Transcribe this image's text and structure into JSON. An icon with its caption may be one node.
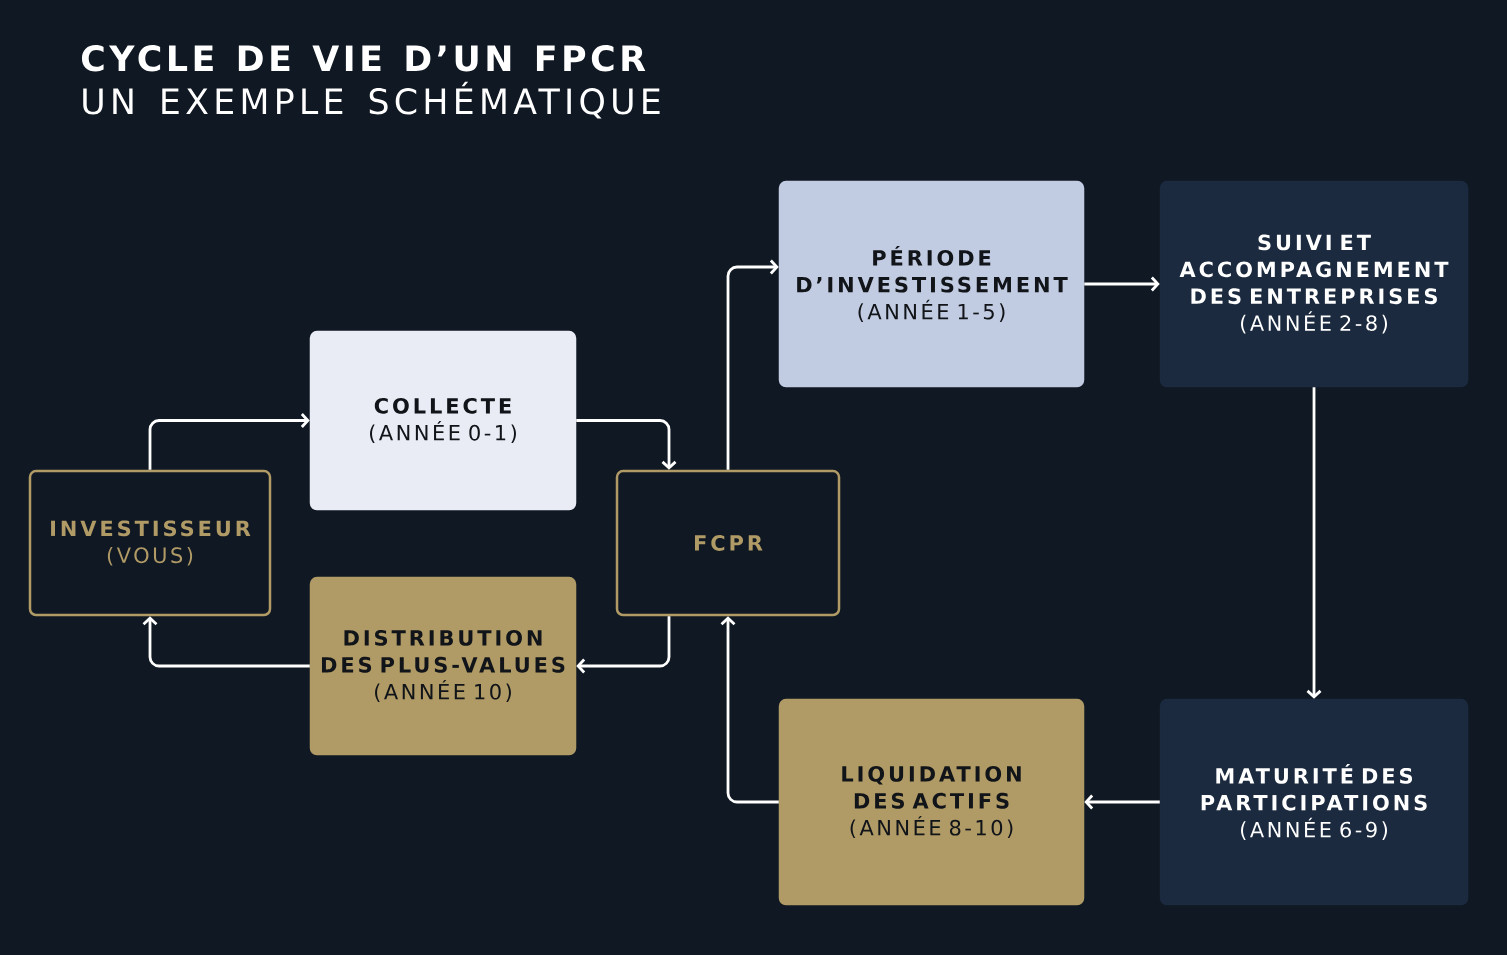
{
  "diagram": {
    "title": "CYCLE DE VIE D’UN FPCR",
    "nodes": [
      {
        "text": [
          "INVESTISSEUR",
          "(VOUS)"
        ]
      },
      {
        "text": [
          "COLLECTE",
          "(ANNÉE 0-1)"
        ]
      },
      {
        "text": [
          "FCPR"
        ]
      },
      {
        "text": [
          "PÉRIODE D’INVESTISSEMENT",
          "(ANNÉE 1-5)"
        ]
      },
      {
        "text": [
          "SUIVI ET ACCOMPAGNEMENT DES ENTREPRISES",
          "(ANNÉE 2-8)"
        ]
      },
      {
        "text": [
          "MATURITÉ DES PARTICIPATIONS",
          "(ANNÉE 6-9)"
        ]
      },
      {
        "text": [
          "LIQUIDATION DES ACTIFS",
          "(ANNÉE 8-10)"
        ]
      },
      {
        "text": [
          "DISTRIBUTION DES PLUS-VALUES",
          "(ANNÉE 10)"
        ]
      }
    ],
    "edges": [
      {
        "from": 0,
        "to": 1,
        "arrow": "to"
      },
      {
        "from": 1,
        "to": 2,
        "arrow": "to"
      },
      {
        "from": 2,
        "to": 3,
        "arrow": "to"
      },
      {
        "from": 3,
        "to": 4,
        "arrow": "to"
      },
      {
        "from": 4,
        "to": 5,
        "arrow": "to"
      },
      {
        "from": 5,
        "to": 6,
        "arrow": "to"
      },
      {
        "from": 6,
        "to": 2,
        "arrow": "to"
      },
      {
        "from": 2,
        "to": 7,
        "arrow": "to"
      },
      {
        "from": 7,
        "to": 0,
        "arrow": "to"
      }
    ],
    "labels": [
      "UN EXEMPLE SCHÉMATIQUE"
    ]
  }
}
